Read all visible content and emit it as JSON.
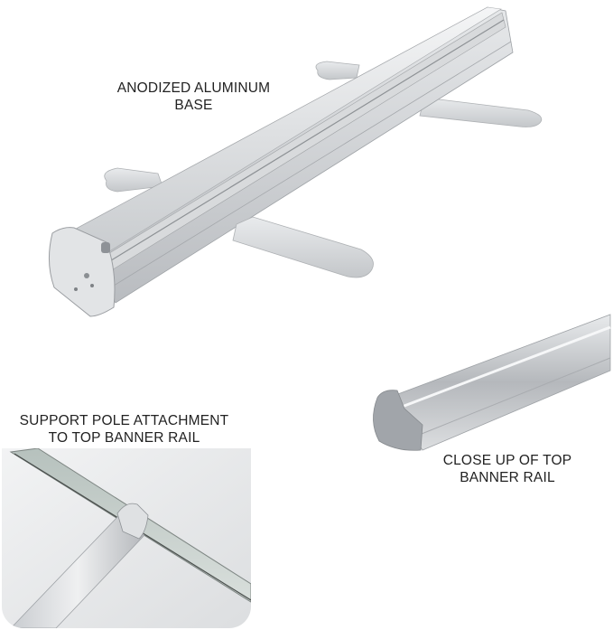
{
  "image": {
    "subject": "Retractable banner stand base and rail detail",
    "background": "#ffffff",
    "metal_color": "#d4d6d8",
    "cap_color": "#9a9ea3"
  },
  "labels": {
    "base": {
      "line1": "ANODIZED ALUMINUM",
      "line2": "BASE"
    },
    "pole": {
      "line1": "SUPPORT POLE ATTACHMENT",
      "line2": "TO TOP BANNER RAIL"
    },
    "rail": {
      "line1": "CLOSE UP OF TOP",
      "line2": "BANNER RAIL"
    }
  }
}
